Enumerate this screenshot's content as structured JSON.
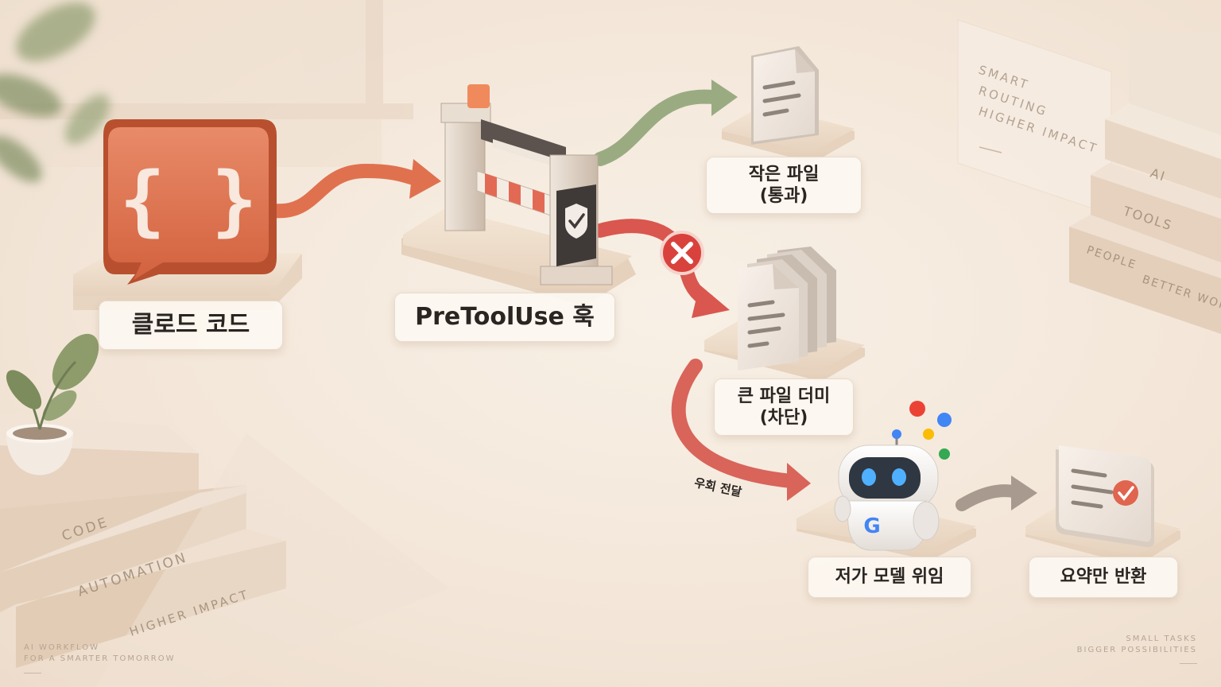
{
  "nodes": {
    "claude_code": {
      "label": "클로드 코드"
    },
    "hook": {
      "label": "PreToolUse 훅"
    },
    "small_file": {
      "label_line1": "작은 파일",
      "label_line2": "(통과)"
    },
    "big_files": {
      "label_line1": "큰 파일 더미",
      "label_line2": "(차단)"
    },
    "delegate": {
      "label": "저가 모델 위임"
    },
    "summary": {
      "label": "요약만 반환"
    }
  },
  "edge_labels": {
    "bypass": "우회 전달"
  },
  "decor": {
    "panel_lines": [
      "SMART",
      "ROUTING",
      "HIGHER IMPACT"
    ],
    "books_right": [
      "AI",
      "TOOLS",
      "PEOPLE",
      "BETTER WORK"
    ],
    "books_left": [
      "CODE",
      "AUTOMATION",
      "HIGHER IMPACT"
    ],
    "corner_left": [
      "AI WORKFLOW",
      "FOR A SMARTER TOMORROW"
    ],
    "corner_right": [
      "SMALL TASKS",
      "BIGGER POSSIBILITIES"
    ],
    "code_symbol": "{ }",
    "robot_badge": "G"
  },
  "colors": {
    "accent_orange": "#e0714f",
    "pass_green": "#9aab82",
    "block_red": "#d9534f",
    "neutral_arrow": "#a89a8e",
    "google_blue": "#4285f4",
    "google_red": "#ea4335",
    "google_yellow": "#fbbc05",
    "google_green": "#34a853"
  }
}
